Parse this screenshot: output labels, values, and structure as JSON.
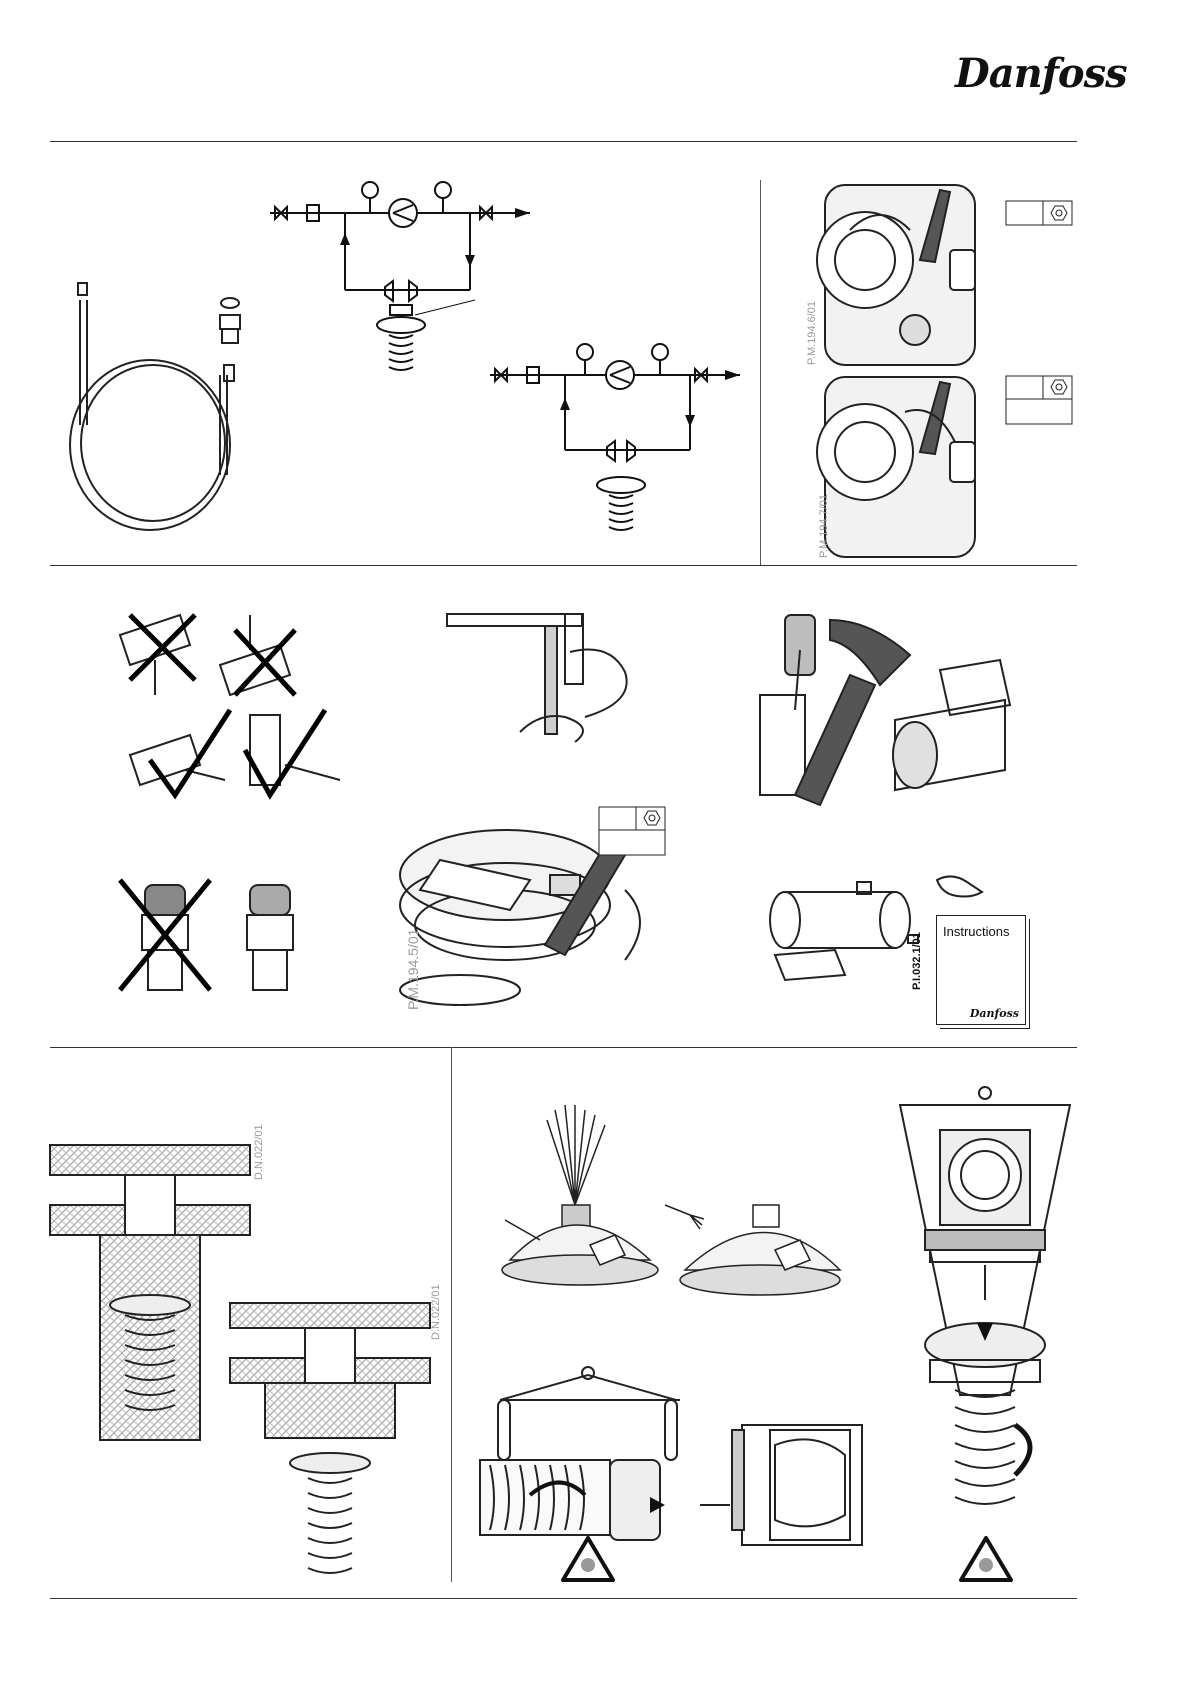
{
  "brand": {
    "logo_text": "Danfoss"
  },
  "figure_codes": {
    "wrench_top": "P.M.194.6/01",
    "wrench_bottom": "P.M.194.7/01",
    "actuator_wrench": "P.M.194.5/01",
    "booklet": "P.I.032.1/01",
    "insulation_a": "D.N.022/01",
    "insulation_b": "D.N.022/01"
  },
  "booklet": {
    "title": "Instructions",
    "logo_text": "Danfoss"
  },
  "icons": {
    "hex": "hex-nut-icon",
    "pressure_gauge": "pressure-gauge-icon",
    "pump": "pump-icon",
    "warning": "warning-triangle-icon"
  }
}
